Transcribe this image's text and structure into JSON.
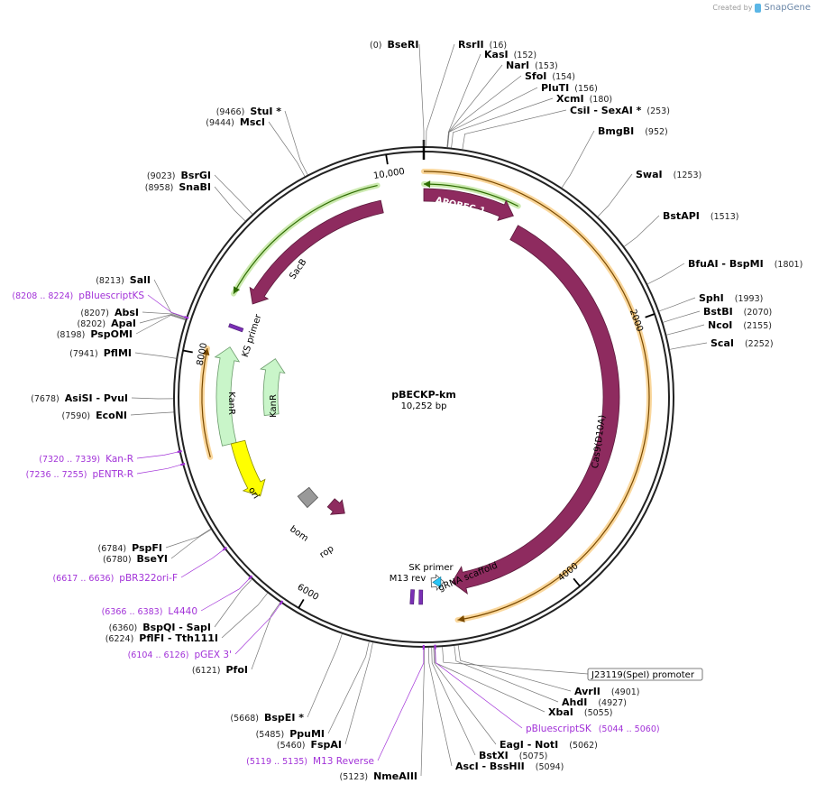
{
  "credit": {
    "prefix": "Created by",
    "brand": "SnapGene"
  },
  "plasmid": {
    "name": "pBECKP-km",
    "size_text": "10,252 bp",
    "length": 10252
  },
  "colors": {
    "feature": "#8e2b5f",
    "feature_stroke": "#5c1a3c",
    "primer": "#a232d8",
    "highlight_orange": "#f5a623",
    "highlight_green": "#8fd14f",
    "kanr_fill": "#c9f5c9",
    "ori_fill": "#ffff00",
    "bom_fill": "#999999"
  },
  "ticks": [
    {
      "pos": 2000,
      "label": "2000"
    },
    {
      "pos": 4000,
      "label": "4000"
    },
    {
      "pos": 6000,
      "label": "6000"
    },
    {
      "pos": 8000,
      "label": "8000"
    },
    {
      "pos": 10000,
      "label": "10,000"
    }
  ],
  "features": [
    {
      "id": "apobec",
      "name": "APOBEC-1",
      "start": 0,
      "end": 750,
      "dir": 1,
      "shape": "arrow"
    },
    {
      "id": "cas9",
      "name": "Cas9(D10A)",
      "start": 820,
      "end": 4880,
      "dir": 1,
      "shape": "arrow"
    },
    {
      "id": "sacb",
      "name": "SacB",
      "start": 8500,
      "end": 9900,
      "dir": -1,
      "shape": "arrow"
    },
    {
      "id": "kanr1",
      "name": "KanR",
      "start": 7300,
      "end": 8100,
      "dir": 1,
      "shape": "arrow"
    },
    {
      "id": "kanr2",
      "name": "KanR",
      "start": 7500,
      "end": 8100,
      "dir": 1,
      "shape": "arrow"
    },
    {
      "id": "ori",
      "name": "ori",
      "start": 6800,
      "end": 7300,
      "dir": -1,
      "shape": "arrow"
    },
    {
      "id": "bom",
      "name": "bom",
      "start": 6450,
      "end": 6600,
      "dir": 0,
      "shape": "box"
    },
    {
      "id": "rop",
      "name": "rop",
      "start": 6100,
      "end": 6300,
      "dir": -1,
      "shape": "arrow"
    },
    {
      "id": "grna",
      "name": "gRNA scaffold",
      "start": 4950,
      "end": 5060,
      "dir": -1,
      "shape": "arrow"
    }
  ],
  "highlights": [
    {
      "start": 0,
      "end": 4880,
      "kind": "orange",
      "dir": 1
    },
    {
      "start": 0,
      "end": 750,
      "kind": "green",
      "dir": -1
    },
    {
      "start": 8500,
      "end": 9900,
      "kind": "green",
      "dir": -1
    },
    {
      "start": 7240,
      "end": 8050,
      "kind": "orange",
      "dir": 1
    }
  ],
  "small_marks": [
    {
      "name": "KS primer",
      "pos": 8265
    },
    {
      "name": "SK primer",
      "pos": 5150
    },
    {
      "name": "M13 rev",
      "pos": 5220
    }
  ],
  "sites_right": [
    {
      "pos": "(0)",
      "name": "BseRI",
      "loc": 0
    },
    {
      "pos": "(16)",
      "name": "RsrII",
      "loc": 16
    },
    {
      "pos": "(152)",
      "name": "KasI",
      "loc": 152
    },
    {
      "pos": "(153)",
      "name": "NarI",
      "loc": 153
    },
    {
      "pos": "(154)",
      "name": "SfoI",
      "loc": 154
    },
    {
      "pos": "(156)",
      "name": "PluTI",
      "loc": 156
    },
    {
      "pos": "(180)",
      "name": "XcmI",
      "loc": 180
    },
    {
      "pos": "(253)",
      "name": "CsiI  - SexAI *",
      "loc": 253
    },
    {
      "pos": "(952)",
      "name": "BmgBI",
      "loc": 952
    },
    {
      "pos": "(1253)",
      "name": "SwaI",
      "loc": 1253
    },
    {
      "pos": "(1513)",
      "name": "BstAPI",
      "loc": 1513
    },
    {
      "pos": "(1801)",
      "name": "BfuAI  - BspMI",
      "loc": 1801
    },
    {
      "pos": "(1993)",
      "name": "SphI",
      "loc": 1993
    },
    {
      "pos": "(2070)",
      "name": "BstBI",
      "loc": 2070
    },
    {
      "pos": "(2155)",
      "name": "NcoI",
      "loc": 2155
    },
    {
      "pos": "(2252)",
      "name": "ScaI",
      "loc": 2252
    },
    {
      "pos": "(4901)",
      "name": "AvrII",
      "loc": 4901
    },
    {
      "pos": "(4927)",
      "name": "AhdI",
      "loc": 4927
    },
    {
      "pos": "(5055)",
      "name": "XbaI",
      "loc": 5055
    },
    {
      "pos": "(5062)",
      "name": "EagI  - NotI",
      "loc": 5062
    },
    {
      "pos": "(5075)",
      "name": "BstXI",
      "loc": 5075
    },
    {
      "pos": "(5094)",
      "name": "AscI  - BssHII",
      "loc": 5094
    }
  ],
  "sites_left": [
    {
      "pos": "(9466)",
      "name": "StuI *",
      "loc": 9466
    },
    {
      "pos": "(9444)",
      "name": "MscI",
      "loc": 9444
    },
    {
      "pos": "(9023)",
      "name": "BsrGI",
      "loc": 9023
    },
    {
      "pos": "(8958)",
      "name": "SnaBI",
      "loc": 8958
    },
    {
      "pos": "(8213)",
      "name": "SalI",
      "loc": 8213
    },
    {
      "pos": "(8207)",
      "name": "AbsI",
      "loc": 8207
    },
    {
      "pos": "(8202)",
      "name": "ApaI",
      "loc": 8202
    },
    {
      "pos": "(8198)",
      "name": "PspOMI",
      "loc": 8198
    },
    {
      "pos": "(7941)",
      "name": "PflMI",
      "loc": 7941
    },
    {
      "pos": "(7678)",
      "name": "AsiSI  - PvuI",
      "loc": 7678
    },
    {
      "pos": "(7590)",
      "name": "EcoNI",
      "loc": 7590
    },
    {
      "pos": "(6784)",
      "name": "PspFI",
      "loc": 6784
    },
    {
      "pos": "(6780)",
      "name": "BseYI",
      "loc": 6780
    },
    {
      "pos": "(6360)",
      "name": "BspQI  - SapI",
      "loc": 6360
    },
    {
      "pos": "(6224)",
      "name": "PflFI  - Tth111I",
      "loc": 6224
    },
    {
      "pos": "(6121)",
      "name": "PfoI",
      "loc": 6121
    },
    {
      "pos": "(5668)",
      "name": "BspEI *",
      "loc": 5668
    },
    {
      "pos": "(5485)",
      "name": "PpuMI",
      "loc": 5485
    },
    {
      "pos": "(5460)",
      "name": "FspAI",
      "loc": 5460
    },
    {
      "pos": "(5123)",
      "name": "NmeAIII",
      "loc": 5123
    }
  ],
  "primers": [
    {
      "pos": "(8208 .. 8224)",
      "name": "pBluescriptKS",
      "loc": 8216
    },
    {
      "pos": "(7320 .. 7339)",
      "name": "Kan-R",
      "loc": 7330
    },
    {
      "pos": "(7236 .. 7255)",
      "name": "pENTR-R",
      "loc": 7245
    },
    {
      "pos": "(6617 .. 6636)",
      "name": "pBR322ori-F",
      "loc": 6626
    },
    {
      "pos": "(6366 .. 6383)",
      "name": "L4440",
      "loc": 6375
    },
    {
      "pos": "(6104 .. 6126)",
      "name": "pGEX 3'",
      "loc": 6115
    },
    {
      "pos": "(5119 .. 5135)",
      "name": "M13 Reverse",
      "loc": 5127
    },
    {
      "pos": "(5044 .. 5060)",
      "name": "pBluescriptSK",
      "loc": 5052
    }
  ],
  "promoter": {
    "name": "J23119(SpeI) promoter",
    "loc": 5005
  }
}
